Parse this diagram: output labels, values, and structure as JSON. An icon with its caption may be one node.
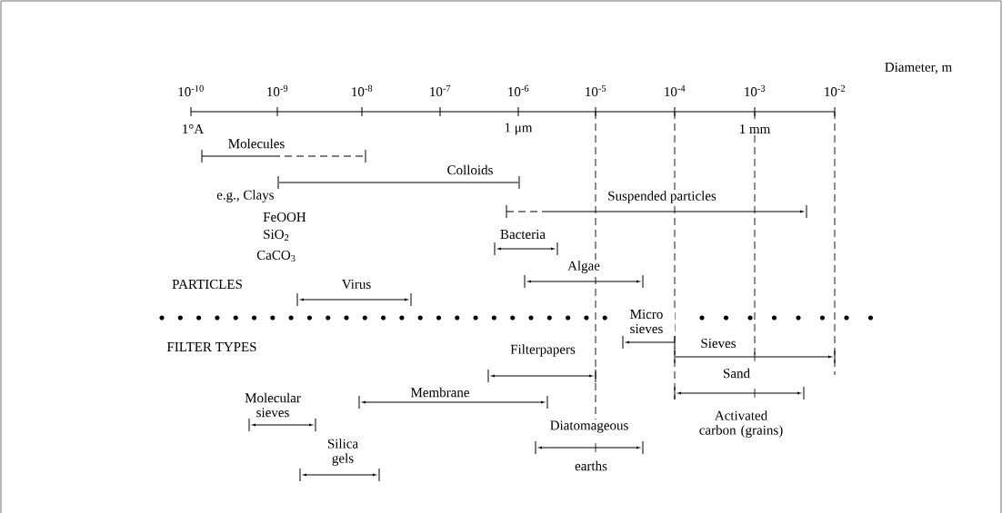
{
  "diagram": {
    "labels": [
      "Diameter, m",
      "10$^{-10}$",
      "10$^{-9}$",
      "10$^{-8}$",
      "10$^{-7}$",
      "10$^{-6}$",
      "10$^{-5}$",
      "10$^{-4}$",
      "10$^{-3}$",
      "10$^{-2}$",
      "1°A",
      "1 μm",
      "1 mm",
      "Molecules",
      "Colloids",
      "e.g., Clays",
      "FeOOH",
      "SiO$_{2}$",
      "CaCO$_{3}$",
      "Suspended particles",
      "Bacteria",
      "Algae",
      "PARTICLES",
      "Virus",
      "Micro sieves",
      "FILTER TYPES",
      "Sieves",
      "Filterpapers",
      "Sand",
      "Molecular sieves",
      "Membrane",
      "Diatomageous",
      "Activated carbon (grains)",
      "Silica gels",
      "earths"
    ]
  }
}
